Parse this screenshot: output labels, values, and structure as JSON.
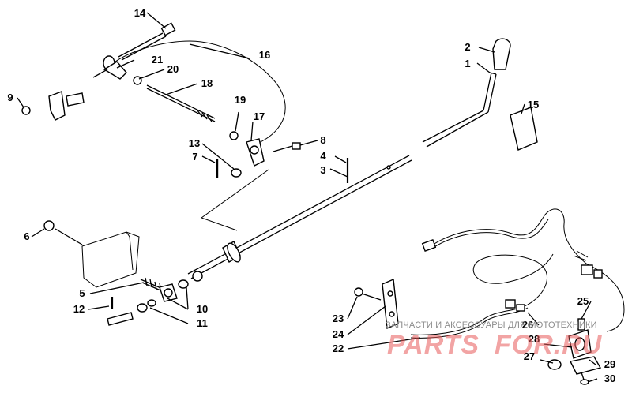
{
  "diagram": {
    "callouts": [
      "1",
      "2",
      "3",
      "4",
      "5",
      "6",
      "7",
      "8",
      "9",
      "10",
      "11",
      "12",
      "13",
      "14",
      "15",
      "16",
      "17",
      "18",
      "19",
      "20",
      "21",
      "22",
      "23",
      "24",
      "25",
      "26",
      "27",
      "28",
      "29",
      "30"
    ]
  },
  "watermark": {
    "tagline": "ЗАПЧАСТИ И АКСЕССУАРЫ ДЛЯ МОТОТЕХНИКИ",
    "brand_left": "PARTS",
    "brand_right": "FOR.RU",
    "brand_color": "#e85a5a"
  }
}
